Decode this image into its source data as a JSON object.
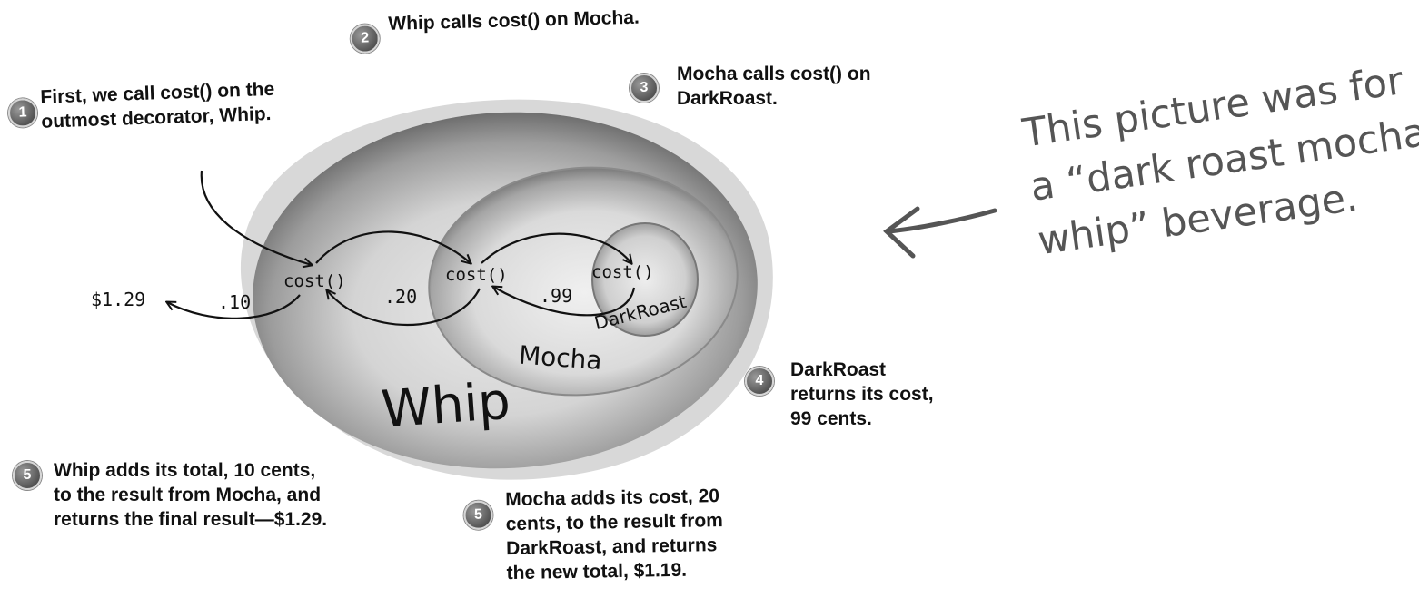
{
  "steps": [
    {
      "num": "1",
      "text": "First, we call cost() on the\noutmost decorator, Whip."
    },
    {
      "num": "2",
      "text": "Whip calls cost() on Mocha."
    },
    {
      "num": "3",
      "text": "Mocha calls cost() on\nDarkRoast."
    },
    {
      "num": "4",
      "text": "DarkRoast\nreturns its cost,\n99 cents."
    },
    {
      "num": "5",
      "text": "Whip adds its total, 10 cents,\nto the result from Mocha, and\nreturns the final result—$1.29."
    },
    {
      "num": "5",
      "text": "Mocha adds its cost, 20\ncents, to the result from\nDarkRoast, and returns\nthe new total, $1.19."
    }
  ],
  "diagram": {
    "whip_label": "Whip",
    "mocha_label": "Mocha",
    "darkroast_label": "DarkRoast",
    "cost_call": "cost()",
    "values": {
      "final": "$1.29",
      "whip": ".10",
      "mocha": ".20",
      "darkroast": ".99"
    }
  },
  "note": "This picture was for\na “dark roast mocha\nwhip” beverage."
}
